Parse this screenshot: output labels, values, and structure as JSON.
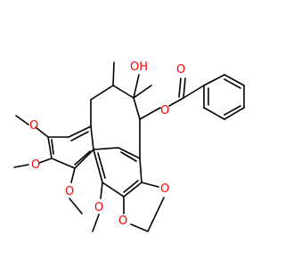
{
  "molecule": {
    "atom_colors": {
      "C": "#000000",
      "O": "#ff0000"
    },
    "labels": {
      "hydroxyl": "OH",
      "ester_o": "O",
      "carbonyl_o": "O",
      "ome1": "O",
      "ome2": "O",
      "ome3": "O",
      "ome4": "O",
      "dioxole_o1": "O",
      "dioxole_o2": "O"
    }
  }
}
